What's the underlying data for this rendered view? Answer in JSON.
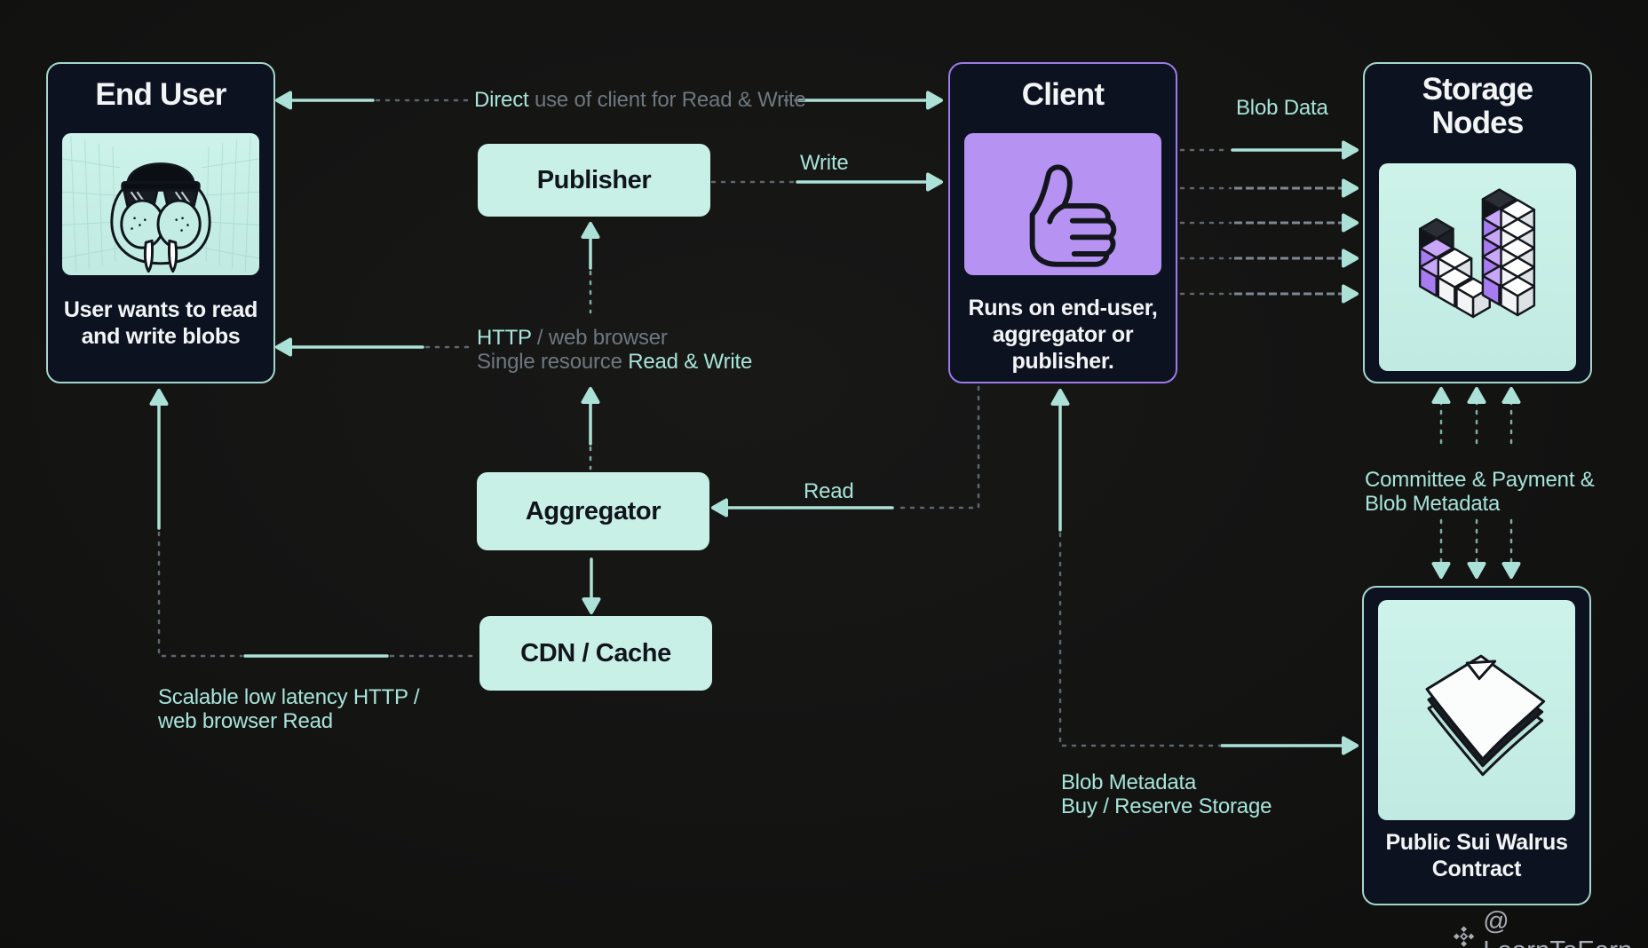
{
  "nodes": {
    "end_user": {
      "title": "End User",
      "caption": "User wants to read and write blobs"
    },
    "client": {
      "title": "Client",
      "caption": "Runs on end-user, aggregator or publisher."
    },
    "storage_nodes": {
      "title": "Storage Nodes"
    },
    "contract": {
      "caption": "Public Sui Walrus Contract"
    },
    "publisher": {
      "label": "Publisher"
    },
    "aggregator": {
      "label": "Aggregator"
    },
    "cdn": {
      "label": "CDN / Cache"
    }
  },
  "edges": {
    "direct": {
      "accent": "Direct",
      "rest": " use of client for Read & Write"
    },
    "write": {
      "label": "Write"
    },
    "blob_data": {
      "label": "Blob Data"
    },
    "http": {
      "line1_accent": "HTTP",
      "line1_rest": " / web browser",
      "line2_rest": "Single resource ",
      "line2_accent": "Read & Write"
    },
    "read": {
      "label": "Read"
    },
    "scalable": {
      "line1": "Scalable low latency HTTP /",
      "line2": "web browser Read"
    },
    "committee": {
      "line1": "Committee & Payment &",
      "line2": "Blob Metadata"
    },
    "blob_metadata": {
      "line1": "Blob Metadata",
      "line2": "Buy / Reserve Storage"
    }
  },
  "watermark": {
    "handle": "@ LearnToEarn"
  },
  "colors": {
    "background": "#151514",
    "panel_bg": "#0d1220",
    "panel_border_mint": "#a5d6cc",
    "panel_border_purple": "#9c7bea",
    "pill_fill": "#c8f0e7",
    "card_mint": "#c2ece4",
    "card_purple": "#b692f2",
    "arrow_mint": "#abe1d7",
    "dash_gray": "#5d6771",
    "label_mint": "#a7e4d9",
    "label_gray": "#6e7880",
    "text_white": "#f2f4f6",
    "text_dark": "#10151c",
    "watermark_gray": "#a9aeb4"
  }
}
